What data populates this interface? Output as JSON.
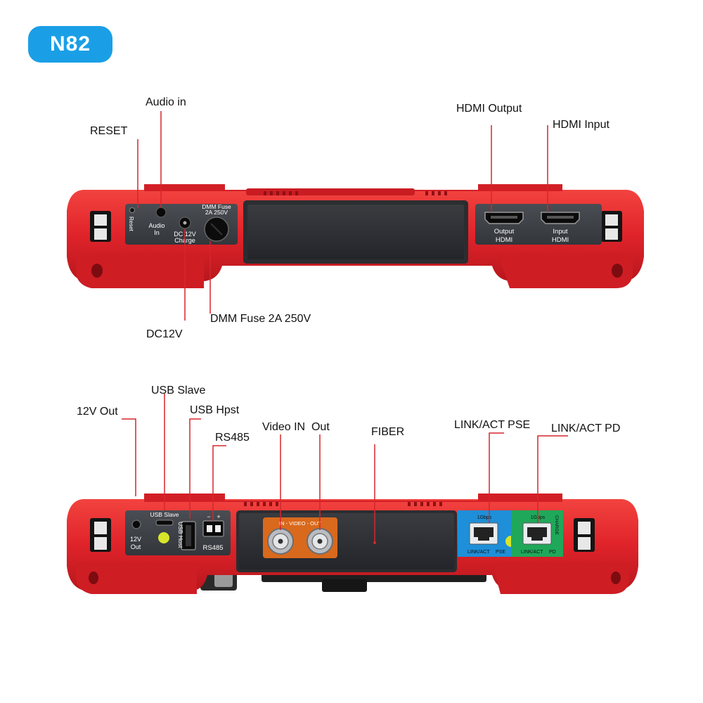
{
  "model_badge": "N82",
  "top_panel": {
    "callouts": {
      "reset": "RESET",
      "audio_in": "Audio in",
      "dc12v": "DC12V",
      "dmm_fuse": "DMM Fuse 2A 250V",
      "hdmi_output": "HDMI Output",
      "hdmi_input": "HDMI Input"
    },
    "port_labels": {
      "reset": "Reset",
      "audio_line1": "Audio",
      "audio_line2": "In",
      "dc_line1": "DC 12V",
      "dc_line2": "Charge",
      "fuse_line1": "DMM Fuse",
      "fuse_line2": "2A 250V",
      "hdmi_out_line1": "Output",
      "hdmi_out_line2": "HDMI",
      "hdmi_in_line1": "Input",
      "hdmi_in_line2": "HDMI"
    }
  },
  "bottom_panel": {
    "callouts": {
      "out_12v": "12V Out",
      "usb_slave": "USB Slave",
      "usb_host": "USB Hpst",
      "rs485": "RS485",
      "video_in_out": "Video IN  Out",
      "fiber": "FIBER",
      "link_pse": "LINK/ACT PSE",
      "link_pd": "LINK/ACT PD"
    },
    "port_labels": {
      "out12_line1": "12V",
      "out12_line2": "Out",
      "usb_slave": "USB Slave",
      "usb_host": "USB Host",
      "rs485_minus": "−",
      "rs485_plus": "+",
      "rs485": "RS485",
      "video": "IN  -  VIDEO  -  OUT",
      "pse_speed": "1Gbps",
      "pse_link": "LINK/ACT",
      "pse_tag": "PSE",
      "pd_speed": "1Gbps",
      "pd_link": "LINK/ACT",
      "pd_tag": "PD",
      "pd_charge": "CHARGE"
    }
  },
  "colors": {
    "badge": "#1a9fe6",
    "body_red": "#e0232a",
    "panel_gray": "#3c3f45",
    "pse_blue": "#1e8fd8",
    "pd_green": "#1fa85a",
    "bnc_orange": "#d9691c"
  }
}
